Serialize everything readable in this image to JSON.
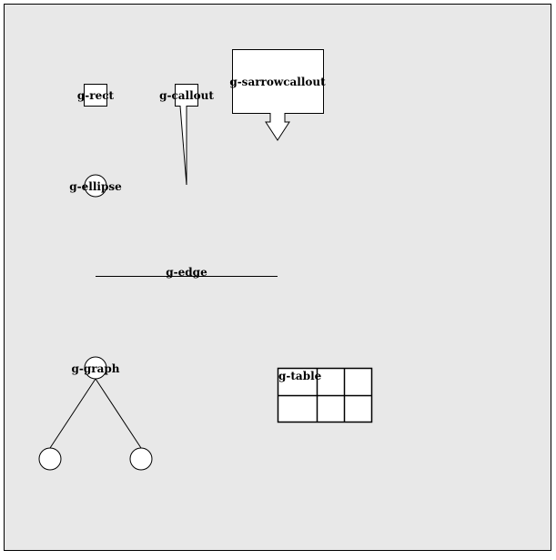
{
  "shapes": {
    "rect": {
      "label": "g-rect"
    },
    "callout": {
      "label": "g-callout"
    },
    "sarrowcallout": {
      "label": "g-sarrowcallout"
    },
    "ellipse": {
      "label": "g-ellipse"
    },
    "edge": {
      "label": "g-edge"
    },
    "graph": {
      "label": "g-graph"
    },
    "table": {
      "label": "g-table",
      "rows": 2,
      "cols": 3
    }
  },
  "colors": {
    "canvas_bg": "#e8e8e8",
    "shape_fill": "#ffffff",
    "stroke": "#000000"
  }
}
